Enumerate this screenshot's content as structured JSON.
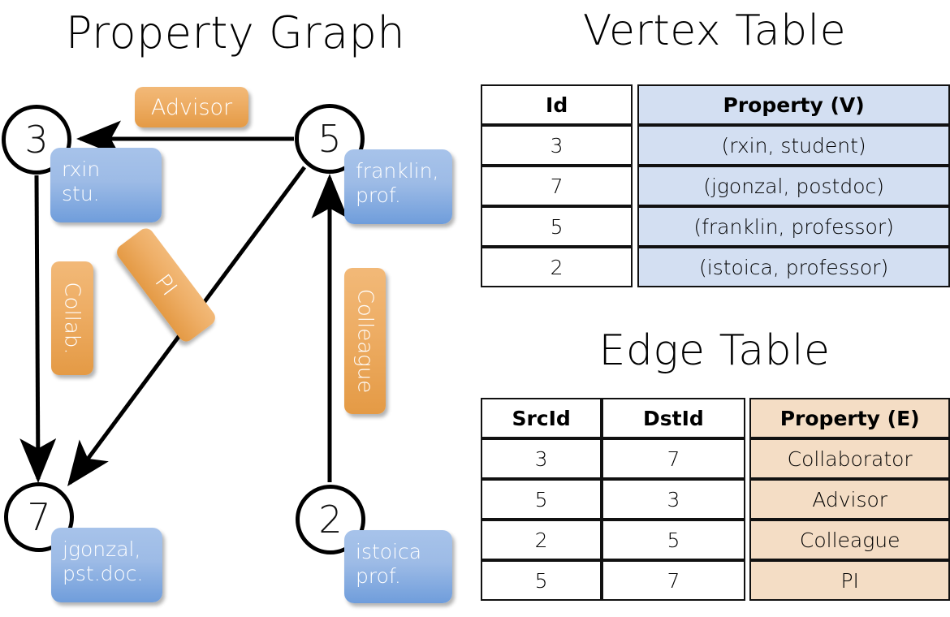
{
  "titles": {
    "property_graph": "Property Graph",
    "vertex_table": "Vertex Table",
    "edge_table": "Edge Table"
  },
  "colors": {
    "vertex_property_fill": "#d3dff2",
    "edge_property_fill": "#f4ddc5",
    "vertex_box": "#9dbbe6",
    "edge_label_box": "#eeae66",
    "stroke": "#111111",
    "background": "#ffffff"
  },
  "graph": {
    "nodes": [
      {
        "id": "3",
        "property_text": "rxin\nstu."
      },
      {
        "id": "5",
        "property_text": "franklin,\nprof."
      },
      {
        "id": "7",
        "property_text": "jgonzal,\npst.doc."
      },
      {
        "id": "2",
        "property_text": "istoica\nprof."
      }
    ],
    "edge_labels": [
      {
        "label": "Advisor",
        "from": "5",
        "to": "3"
      },
      {
        "label": "Collab.",
        "from": "3",
        "to": "7"
      },
      {
        "label": "PI",
        "from": "5",
        "to": "7"
      },
      {
        "label": "Colleague",
        "from": "2",
        "to": "5"
      }
    ]
  },
  "vertex_table": {
    "headers": [
      "Id",
      "Property (V)"
    ],
    "rows": [
      {
        "id": "3",
        "property": "(rxin, student)"
      },
      {
        "id": "7",
        "property": "(jgonzal, postdoc)"
      },
      {
        "id": "5",
        "property": "(franklin, professor)"
      },
      {
        "id": "2",
        "property": "(istoica, professor)"
      }
    ]
  },
  "edge_table": {
    "headers": [
      "SrcId",
      "DstId",
      "Property (E)"
    ],
    "rows": [
      {
        "src": "3",
        "dst": "7",
        "property": "Collaborator"
      },
      {
        "src": "5",
        "dst": "3",
        "property": "Advisor"
      },
      {
        "src": "2",
        "dst": "5",
        "property": "Colleague"
      },
      {
        "src": "5",
        "dst": "7",
        "property": "PI"
      }
    ]
  }
}
